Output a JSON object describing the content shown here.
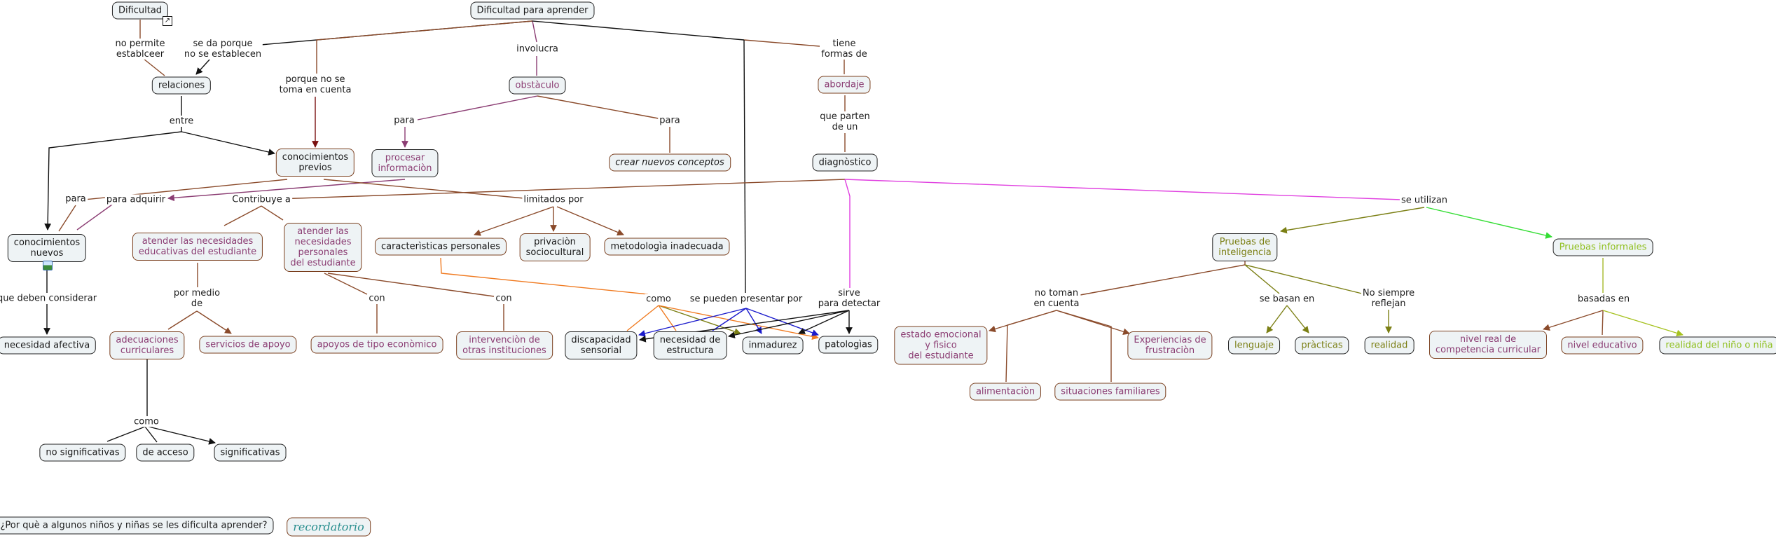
{
  "title": "Dificultad para aprender",
  "colors": {
    "node_fill": "#eef3f5",
    "border_dark": "#222222",
    "border_brown": "#7a3f1e",
    "text_purple": "#8b3d73",
    "text_olive": "#7b7f14",
    "text_lime": "#8fbf1d",
    "link_brown": "#8a4a2a",
    "link_dark": "#111111",
    "link_purple": "#8b3d73",
    "link_magenta": "#e040e0",
    "link_green": "#33dd33",
    "link_olive": "#7b7f14",
    "link_blue": "#1a1acc",
    "link_orange": "#f07a20",
    "link_maroon": "#7a1010"
  },
  "concepts": {
    "dificultad": "Dificultad",
    "dificultad_aprender": "Dificultad para aprender",
    "relaciones": "relaciones",
    "obstaculo": "obstàculo",
    "abordaje": "abordaje",
    "conocimientos_previos": "conocimientos\nprevios",
    "procesar_informacion": "procesar\ninformaciòn",
    "crear_nuevos_conceptos": "crear nuevos conceptos",
    "diagnostico": "diagnòstico",
    "conocimientos_nuevos": "conocimientos\nnuevos",
    "atender_educativas": "atender las necesidades\neducativas del estudiante",
    "atender_personales": "atender las\nnecesidades\npersonales\ndel estudiante",
    "caracteristicas_personales": "caracterìsticas personales",
    "privacion_sociocultural": "privaciòn\nsociocultural",
    "metodologia_inadecuada": "metodologìa inadecuada",
    "pruebas_inteligencia": "Pruebas de\ninteligencia",
    "pruebas_informales": "Pruebas informales",
    "necesidad_afectiva": "necesidad afectiva",
    "adecuaciones_curriculares": "adecuaciones\ncurriculares",
    "servicios_apoyo": "servicios de apoyo",
    "apoyos_economico": "apoyos de tipo econòmico",
    "intervencion_instituciones": "intervenciòn de\notras instituciones",
    "discapacidad_sensorial": "discapacidad\nsensorial",
    "necesidad_estructura": "necesidad de\nestructura",
    "inmadurez": "inmadurez",
    "patologias": "patologìas",
    "estado_emocional": "estado emocional\ny fìsico\ndel estudiante",
    "experiencias_frustracion": "Experiencias de\nfrustraciòn",
    "lenguaje": "lenguaje",
    "practicas": "pràcticas",
    "realidad": "realidad",
    "nivel_real": "nivel real de\ncompetencia curricular",
    "nivel_educativo": "nivel educativo",
    "realidad_nino": "realidad del niño o niña",
    "alimentacion": "alimentaciòn",
    "situaciones_familiares": "situaciones familiares",
    "no_significativas": "no significativas",
    "de_acceso": "de acceso",
    "significativas": "significativas",
    "pregunta": "¿Por què a algunos niños y niñas se les dificulta aprender?",
    "recordatorio": "recordatorio"
  },
  "linking_phrases": {
    "no_permite": "no permite\nestablceer",
    "se_da_porque": "se da porque\nno se establecen",
    "involucra": "involucra",
    "tiene_formas": "tiene\nformas de",
    "porque_no_se": "porque no se\ntoma en cuenta",
    "entre": "entre",
    "para_obst1": "para",
    "para_obst2": "para",
    "que_parten": "que parten\nde un",
    "para_left": "para",
    "para_adquirir": "para adquirir",
    "contribuye": "Contribuye a",
    "limitados": "limitados por",
    "se_utilizan": "se utilizan",
    "que_deben": "que deben considerar",
    "por_medio": "por medio\nde",
    "con1": "con",
    "con2": "con",
    "como_mid": "como",
    "se_pueden": "se pueden presentar por",
    "sirve": "sirve\npara detectar",
    "no_toman": "no toman\nen cuenta",
    "se_basan": "se basan en",
    "no_siempre": "No siempre\nreflejan",
    "basadas": "basadas en",
    "como_left": "como"
  },
  "icons": {
    "shortcut": "shortcut-arrow-icon",
    "image": "image-icon"
  }
}
